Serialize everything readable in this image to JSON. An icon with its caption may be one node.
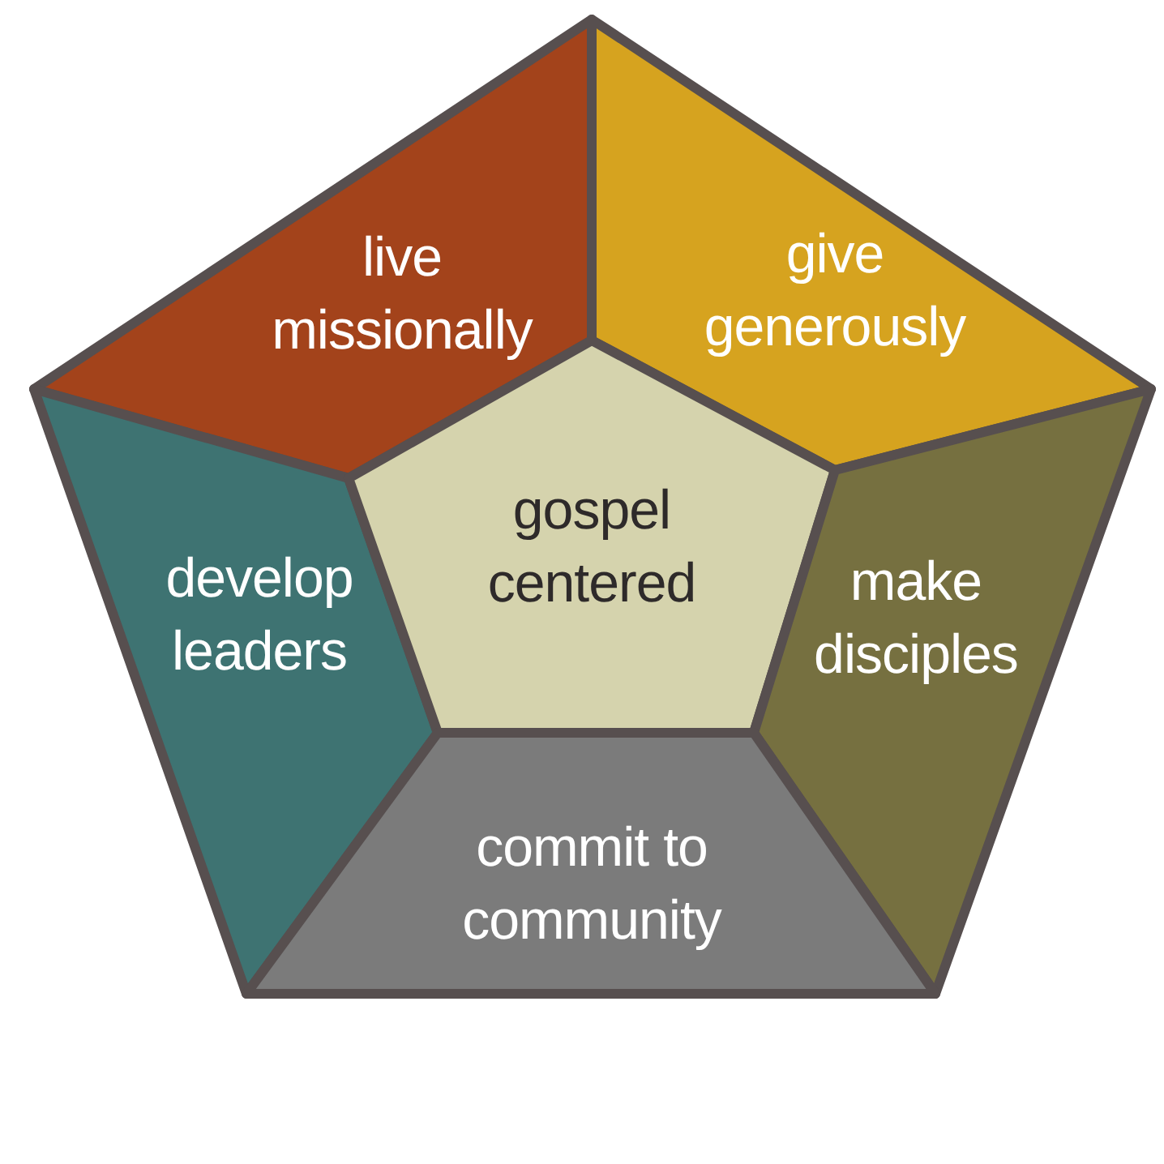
{
  "diagram": {
    "nodes": [
      {
        "text": [
          "live missionally"
        ]
      },
      {
        "text": [
          "give generously"
        ]
      },
      {
        "text": [
          "develop leaders"
        ]
      },
      {
        "text": [
          "gospel centered"
        ]
      },
      {
        "text": [
          "make disciples"
        ]
      },
      {
        "text": [
          "commit to community"
        ]
      }
    ]
  }
}
